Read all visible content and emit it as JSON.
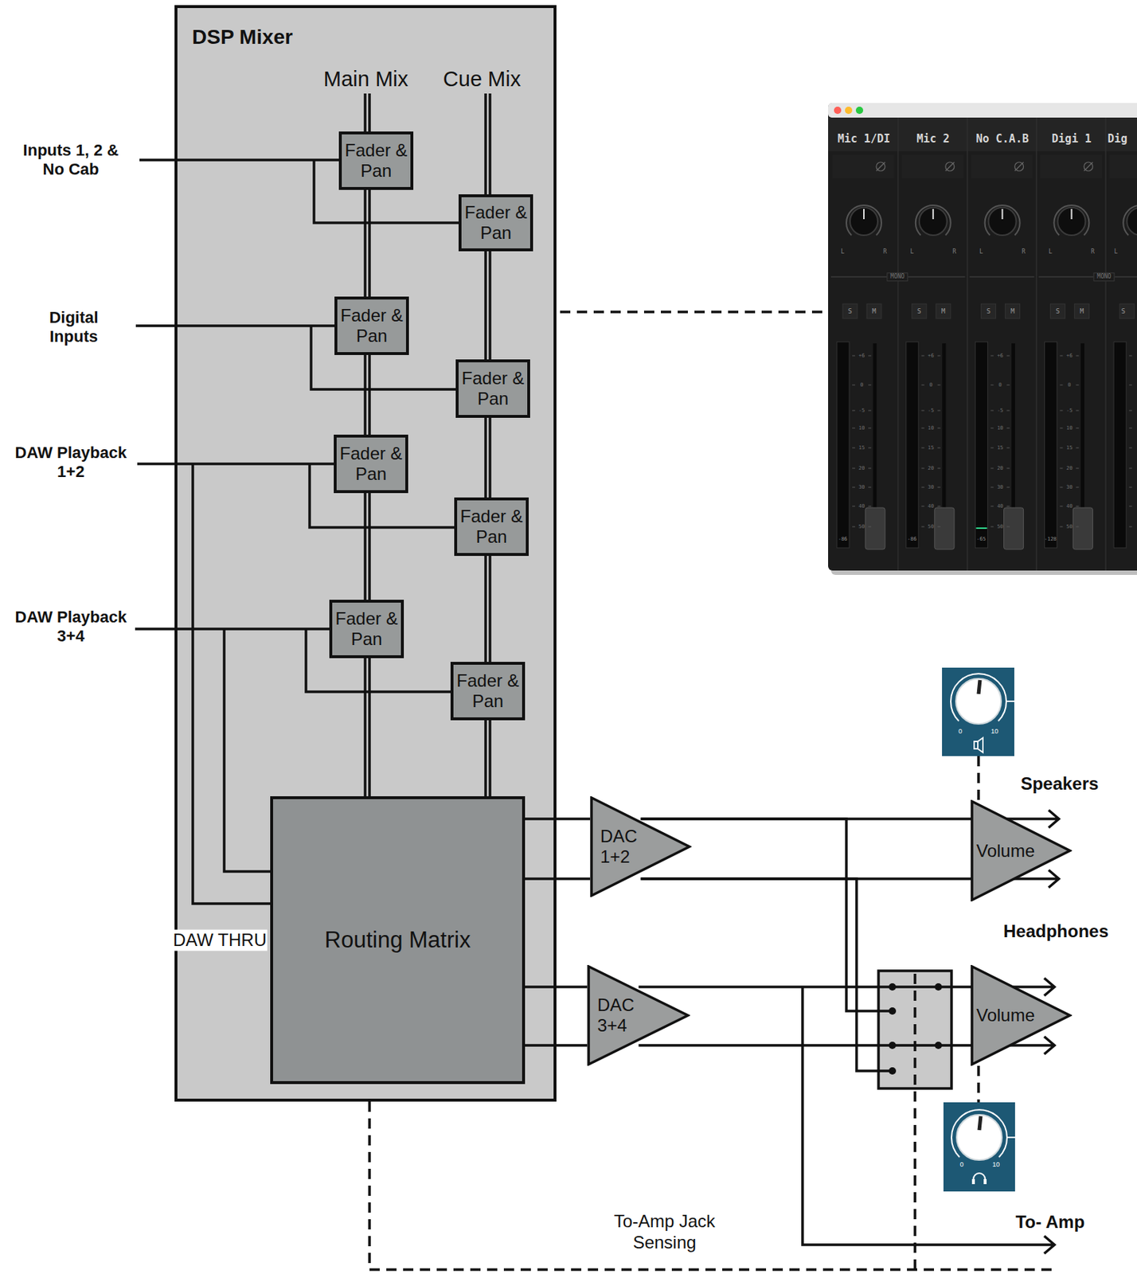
{
  "diagram": {
    "nodes": [
      {
        "text": [
          "DSP Mixer"
        ]
      },
      {
        "text": [
          "Fader & Pan"
        ],
        "in": 0
      },
      {
        "text": [
          "Fader & Pan"
        ],
        "in": 0
      },
      {
        "text": [
          "Fader & Pan"
        ],
        "in": 0
      },
      {
        "text": [
          "Fader & Pan"
        ],
        "in": 0
      },
      {
        "text": [
          "Fader & Pan"
        ],
        "in": 0
      },
      {
        "text": [
          "Fader & Pan"
        ],
        "in": 0
      },
      {
        "text": [
          "Fader & Pan"
        ],
        "in": 0
      },
      {
        "text": [
          "Fader & Pan"
        ],
        "in": 0
      },
      {
        "text": [
          "Routing Matrix"
        ],
        "in": 0
      },
      {
        "text": [
          "DAC 1+2"
        ]
      },
      {
        "text": [
          "DAC 3+4"
        ]
      },
      {
        "text": [
          "Volume"
        ]
      },
      {
        "text": [
          "Volume"
        ]
      }
    ],
    "edges": [
      {
        "from": 1,
        "to": 3,
        "arrow": "none"
      },
      {
        "from": 3,
        "to": 5,
        "arrow": "none"
      },
      {
        "from": 5,
        "to": 7,
        "arrow": "none"
      },
      {
        "from": 7,
        "to": 9,
        "arrow": "none"
      },
      {
        "from": 2,
        "to": 4,
        "arrow": "none"
      },
      {
        "from": 4,
        "to": 6,
        "arrow": "none"
      },
      {
        "from": 6,
        "to": 8,
        "arrow": "none"
      },
      {
        "from": 8,
        "to": 9,
        "arrow": "none"
      },
      {
        "from": 9,
        "to": 10,
        "arrow": "none"
      },
      {
        "from": 9,
        "to": 11,
        "arrow": "none"
      },
      {
        "from": 10,
        "to": 12,
        "arrow": "none"
      },
      {
        "from": 11,
        "to": 13,
        "arrow": "none"
      },
      {
        "from": 10,
        "to": 13,
        "arrow": "none"
      }
    ],
    "labels": [
      "Main Mix",
      "Cue Mix",
      "Inputs 1, 2 & No Cab",
      "Digital Inputs",
      "DAW Playback 1+2",
      "DAW Playback 3+4",
      "DAW THRU",
      "Speakers",
      "Headphones",
      "To- Amp",
      "To-Amp Jack Sensing",
      "0",
      "10",
      "0",
      "10",
      "MONO",
      "MONO",
      "Mic 1/DI",
      "L",
      "R",
      "S",
      "M",
      "+6",
      "0",
      "-5",
      "10",
      "15",
      "20",
      "30",
      "40",
      "50",
      "-86",
      "Mic 2",
      "L",
      "R",
      "S",
      "M",
      "+6",
      "0",
      "-5",
      "10",
      "15",
      "20",
      "30",
      "40",
      "50",
      "-86",
      "No C.A.B",
      "L",
      "R",
      "S",
      "M",
      "+6",
      "0",
      "-5",
      "10",
      "15",
      "20",
      "30",
      "40",
      "50",
      "-65",
      "Digi 1",
      "L",
      "R",
      "S",
      "M",
      "+6",
      "0",
      "-5",
      "10",
      "15",
      "20",
      "30",
      "40",
      "50",
      "-128",
      "Dig",
      "L",
      "S"
    ]
  }
}
